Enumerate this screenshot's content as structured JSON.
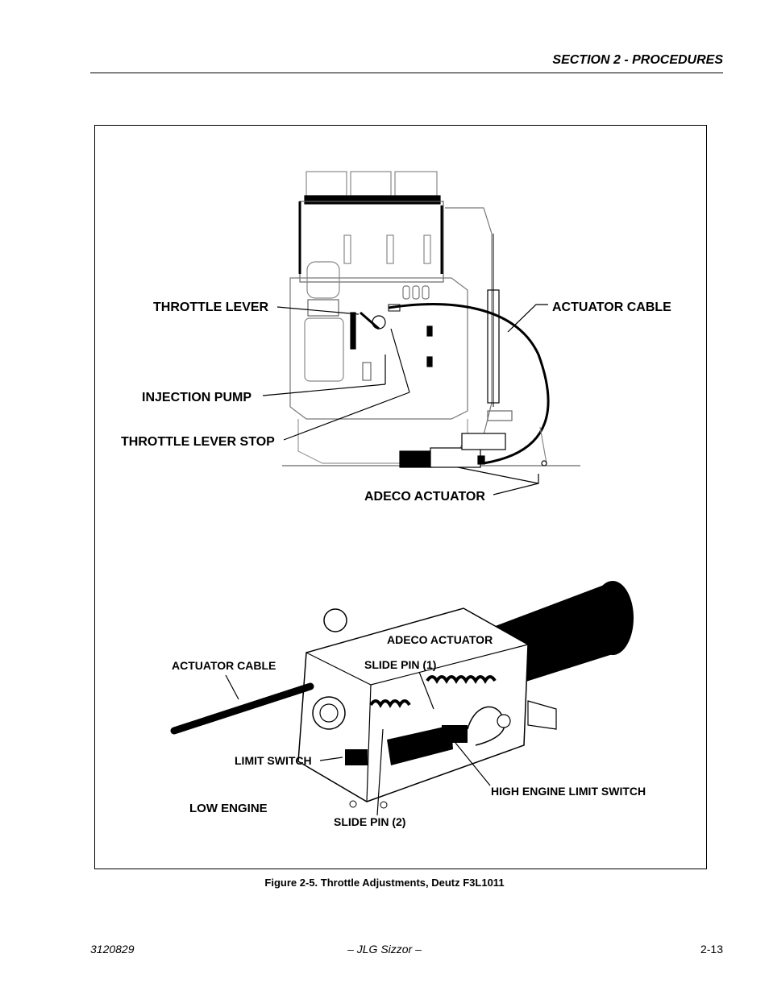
{
  "header": {
    "section": "SECTION 2 - PROCEDURES"
  },
  "figure": {
    "caption": "Figure 2-5.  Throttle Adjustments, Deutz F3L1011",
    "top_labels": {
      "throttle_lever": "THROTTLE LEVER",
      "actuator_cable": "ACTUATOR CABLE",
      "injection_pump": "INJECTION PUMP",
      "throttle_lever_stop": "THROTTLE LEVER STOP",
      "adeco_actuator": "ADECO ACTUATOR"
    },
    "bottom_labels": {
      "adeco_actuator": "ADECO ACTUATOR",
      "actuator_cable": "ACTUATOR CABLE",
      "slide_pin_1": "SLIDE PIN (1)",
      "limit_switch": "LIMIT SWITCH",
      "high_engine_limit_switch": "HIGH ENGINE LIMIT SWITCH",
      "low_engine": "LOW ENGINE",
      "slide_pin_2": "SLIDE PIN (2)"
    }
  },
  "footer": {
    "doc_number": "3120829",
    "title": "– JLG Sizzor –",
    "page": "2-13"
  }
}
